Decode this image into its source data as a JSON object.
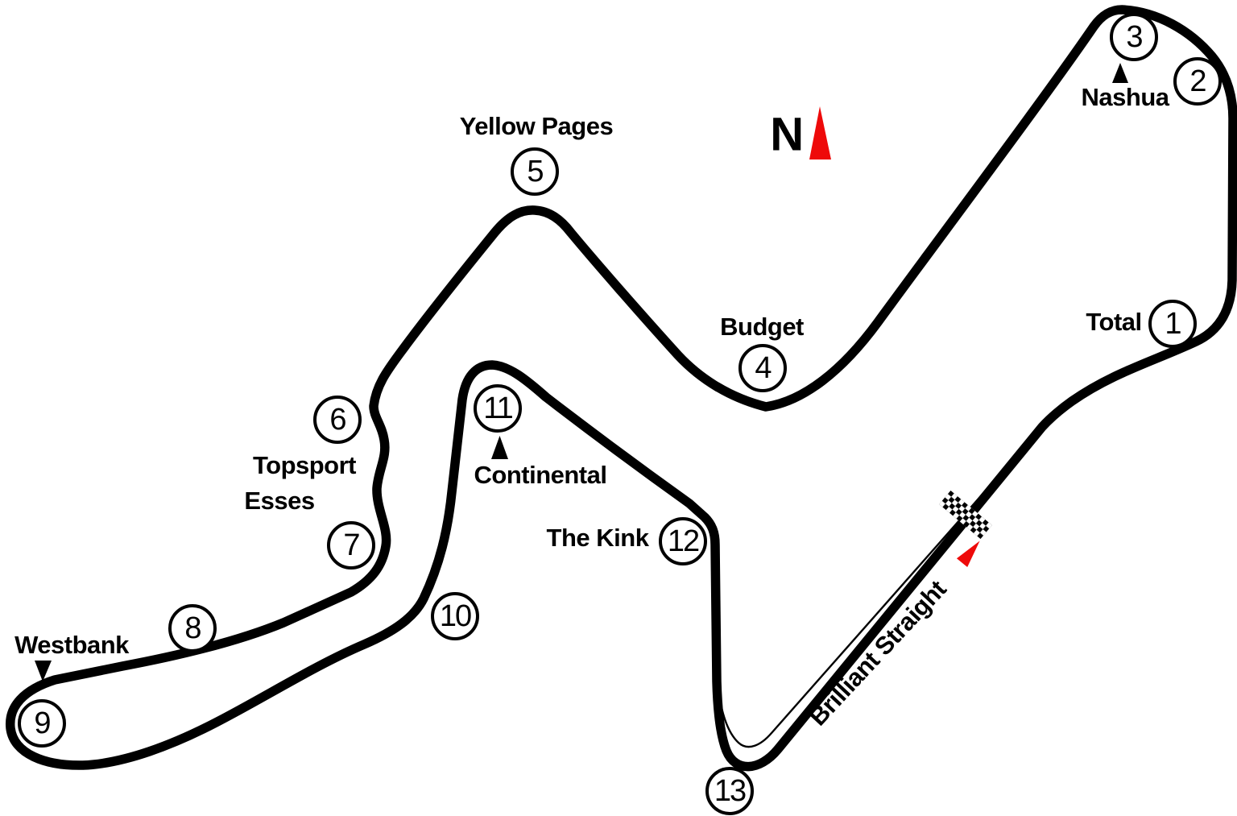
{
  "map_type": "race-circuit-diagram",
  "colors": {
    "track": "#000000",
    "needle_red": "#ee0a0a",
    "background": "#ffffff"
  },
  "compass": {
    "label": "N"
  },
  "labels": {
    "yellow_pages": "Yellow Pages",
    "nashua": "Nashua",
    "total": "Total",
    "budget": "Budget",
    "topsport_line1": "Topsport",
    "topsport_line2": "Esses",
    "westbank": "Westbank",
    "continental": "Continental",
    "the_kink": "The Kink",
    "brilliant_straight": "Brilliant Straight"
  },
  "corners": [
    {
      "number": "1",
      "name": "Total"
    },
    {
      "number": "2",
      "name": ""
    },
    {
      "number": "3",
      "name": "Nashua"
    },
    {
      "number": "4",
      "name": "Budget"
    },
    {
      "number": "5",
      "name": "Yellow Pages"
    },
    {
      "number": "6",
      "name": "Topsport Esses"
    },
    {
      "number": "7",
      "name": "Topsport Esses"
    },
    {
      "number": "8",
      "name": ""
    },
    {
      "number": "9",
      "name": "Westbank"
    },
    {
      "number": "10",
      "name": ""
    },
    {
      "number": "11",
      "name": "Continental"
    },
    {
      "number": "12",
      "name": "The Kink"
    },
    {
      "number": "13",
      "name": ""
    }
  ]
}
